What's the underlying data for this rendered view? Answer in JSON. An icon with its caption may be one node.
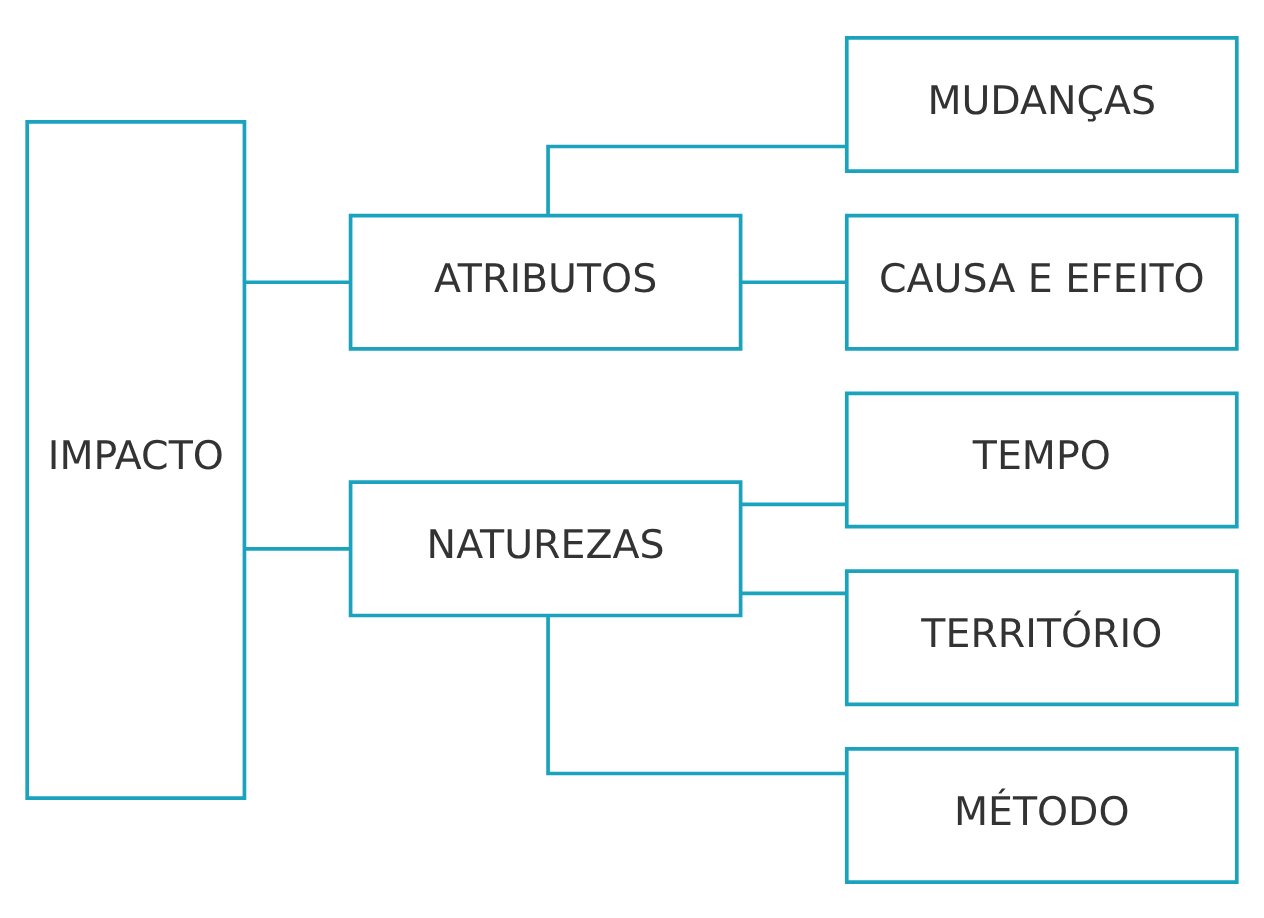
{
  "diagram": {
    "nodes": [
      {
        "text": [
          "IMPACTO"
        ]
      },
      {
        "text": [
          "ATRIBUTOS"
        ]
      },
      {
        "text": [
          "NATUREZAS"
        ]
      },
      {
        "text": [
          "MUDANÇAS"
        ]
      },
      {
        "text": [
          "CAUSA E EFEITO"
        ]
      },
      {
        "text": [
          "TEMPO"
        ]
      },
      {
        "text": [
          "TERRITÓRIO"
        ]
      },
      {
        "text": [
          "MÉTODO"
        ]
      }
    ],
    "edges": [
      {
        "from": 0,
        "to": 1,
        "arrow": "none"
      },
      {
        "from": 0,
        "to": 2,
        "arrow": "none"
      },
      {
        "from": 1,
        "to": 3,
        "arrow": "none"
      },
      {
        "from": 1,
        "to": 4,
        "arrow": "none"
      },
      {
        "from": 2,
        "to": 5,
        "arrow": "none"
      },
      {
        "from": 2,
        "to": 6,
        "arrow": "none"
      },
      {
        "from": 2,
        "to": 7,
        "arrow": "none"
      }
    ]
  }
}
